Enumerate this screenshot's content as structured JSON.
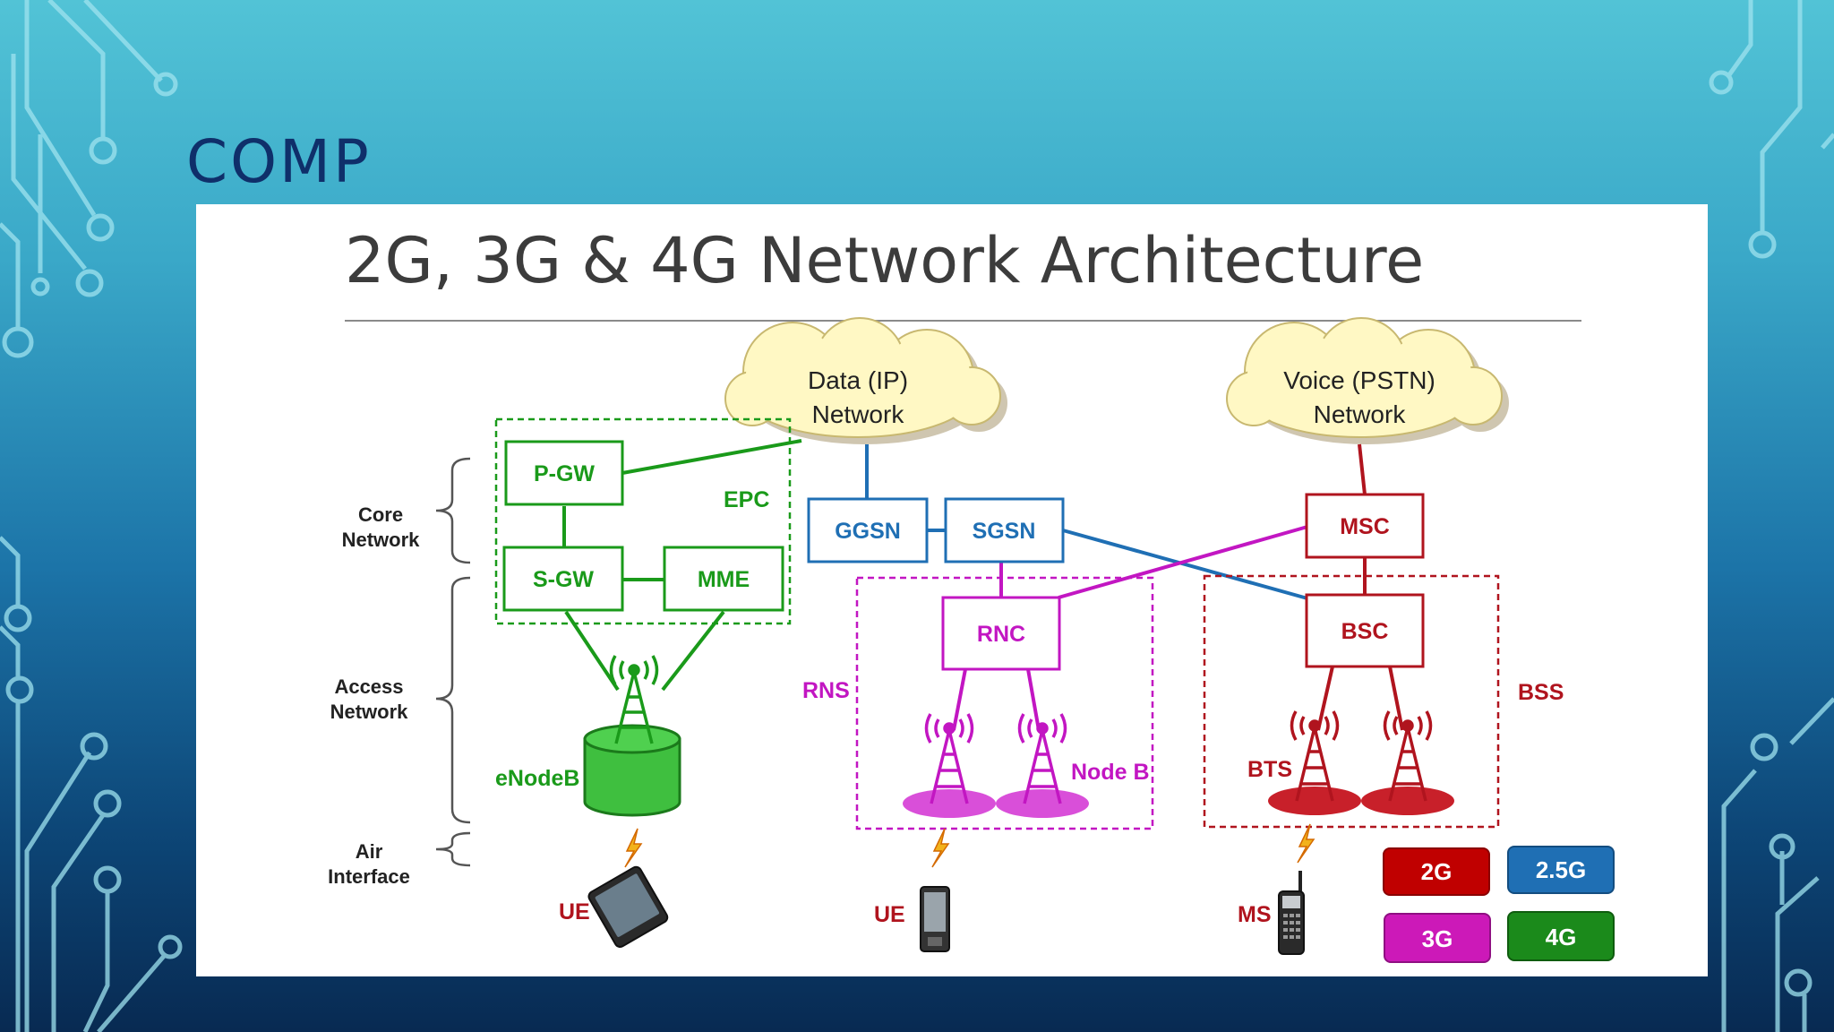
{
  "slide": {
    "title": "COMP"
  },
  "panel": {
    "title": "2G, 3G & 4G Network Architecture"
  },
  "layers": {
    "core": [
      "Core",
      "Network"
    ],
    "access": [
      "Access",
      "Network"
    ],
    "air": [
      "Air",
      "Interface"
    ]
  },
  "clouds": {
    "data": [
      "Data (IP)",
      "Network"
    ],
    "voice": [
      "Voice (PSTN)",
      "Network"
    ]
  },
  "nodes": {
    "pgw": "P-GW",
    "sgw": "S-GW",
    "mme": "MME",
    "ggsn": "GGSN",
    "sgsn": "SGSN",
    "rnc": "RNC",
    "msc": "MSC",
    "bsc": "BSC"
  },
  "regions": {
    "epc": "EPC",
    "rns": "RNS",
    "bss": "BSS"
  },
  "stations": {
    "enodeb": "eNodeB",
    "nodeb": "Node B",
    "bts": "BTS"
  },
  "devices": {
    "ue_4g": "UE",
    "ue_3g": "UE",
    "ms": "MS"
  },
  "legend": [
    {
      "label": "2G",
      "color": "#c00000"
    },
    {
      "label": "2.5G",
      "color": "#1f6fb4"
    },
    {
      "label": "3G",
      "color": "#cc19b8"
    },
    {
      "label": "4G",
      "color": "#1b8a1b"
    }
  ],
  "colors": {
    "g4": "#1a9a1a",
    "g25": "#1f6fb4",
    "g3": "#c216c2",
    "g2": "#b0141e",
    "cloud": "#fff8c4"
  }
}
